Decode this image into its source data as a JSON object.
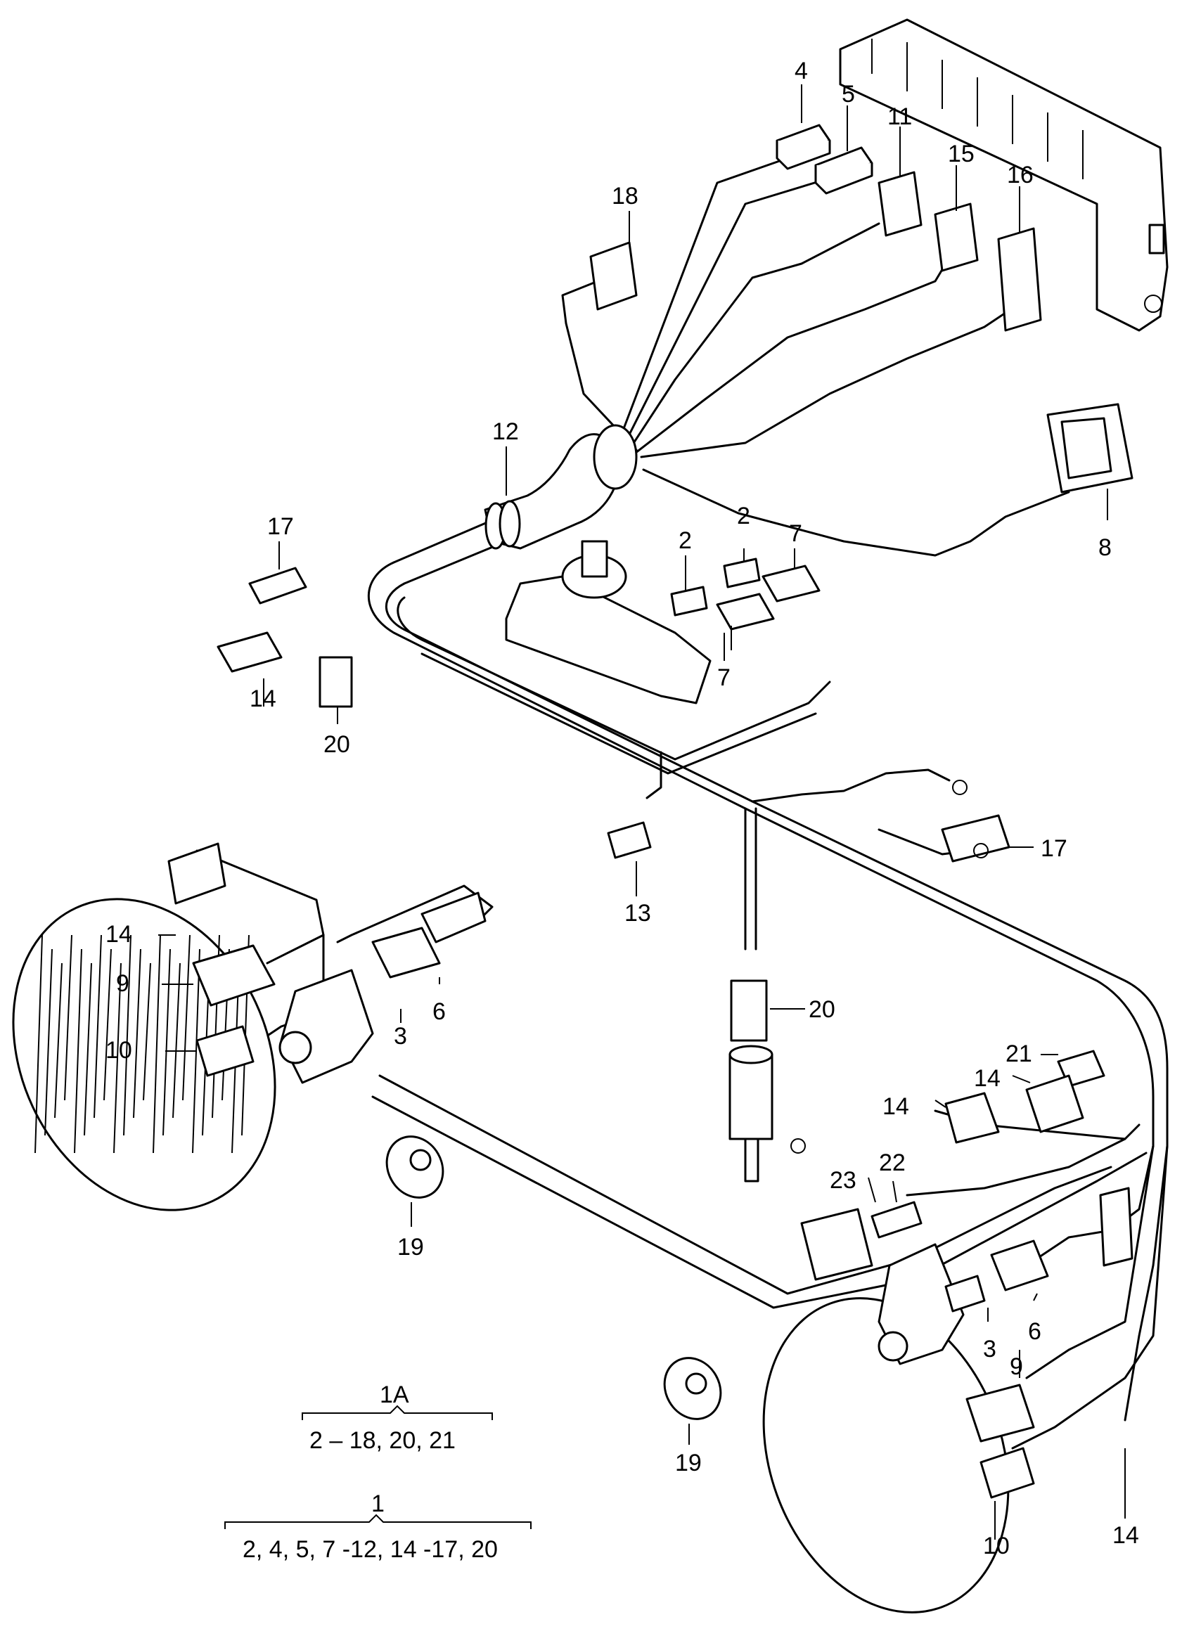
{
  "labels": {
    "l4": "4",
    "l5": "5",
    "l11": "11",
    "l15": "15",
    "l16": "16",
    "l18": "18",
    "l12": "12",
    "l8": "8",
    "l17a": "17",
    "l14a": "14",
    "l20a": "20",
    "l2a": "2",
    "l2b": "2",
    "l7a": "7",
    "l7b": "7",
    "l13": "13",
    "l17b": "17",
    "l14b": "14",
    "l9a": "9",
    "l10a": "10",
    "l3a": "3",
    "l6a": "6",
    "l20b": "20",
    "l21": "21",
    "l14c": "14",
    "l14d": "14",
    "l22": "22",
    "l23": "23",
    "l19a": "19",
    "l19b": "19",
    "l3b": "3",
    "l6b": "6",
    "l9b": "9",
    "l10b": "10",
    "l14e": "14"
  },
  "groups": {
    "g1a_title": "1A",
    "g1a_items": "2 – 18, 20, 21",
    "g1_title": "1",
    "g1_items": "2, 4, 5, 7 -12, 14 -17, 20"
  }
}
